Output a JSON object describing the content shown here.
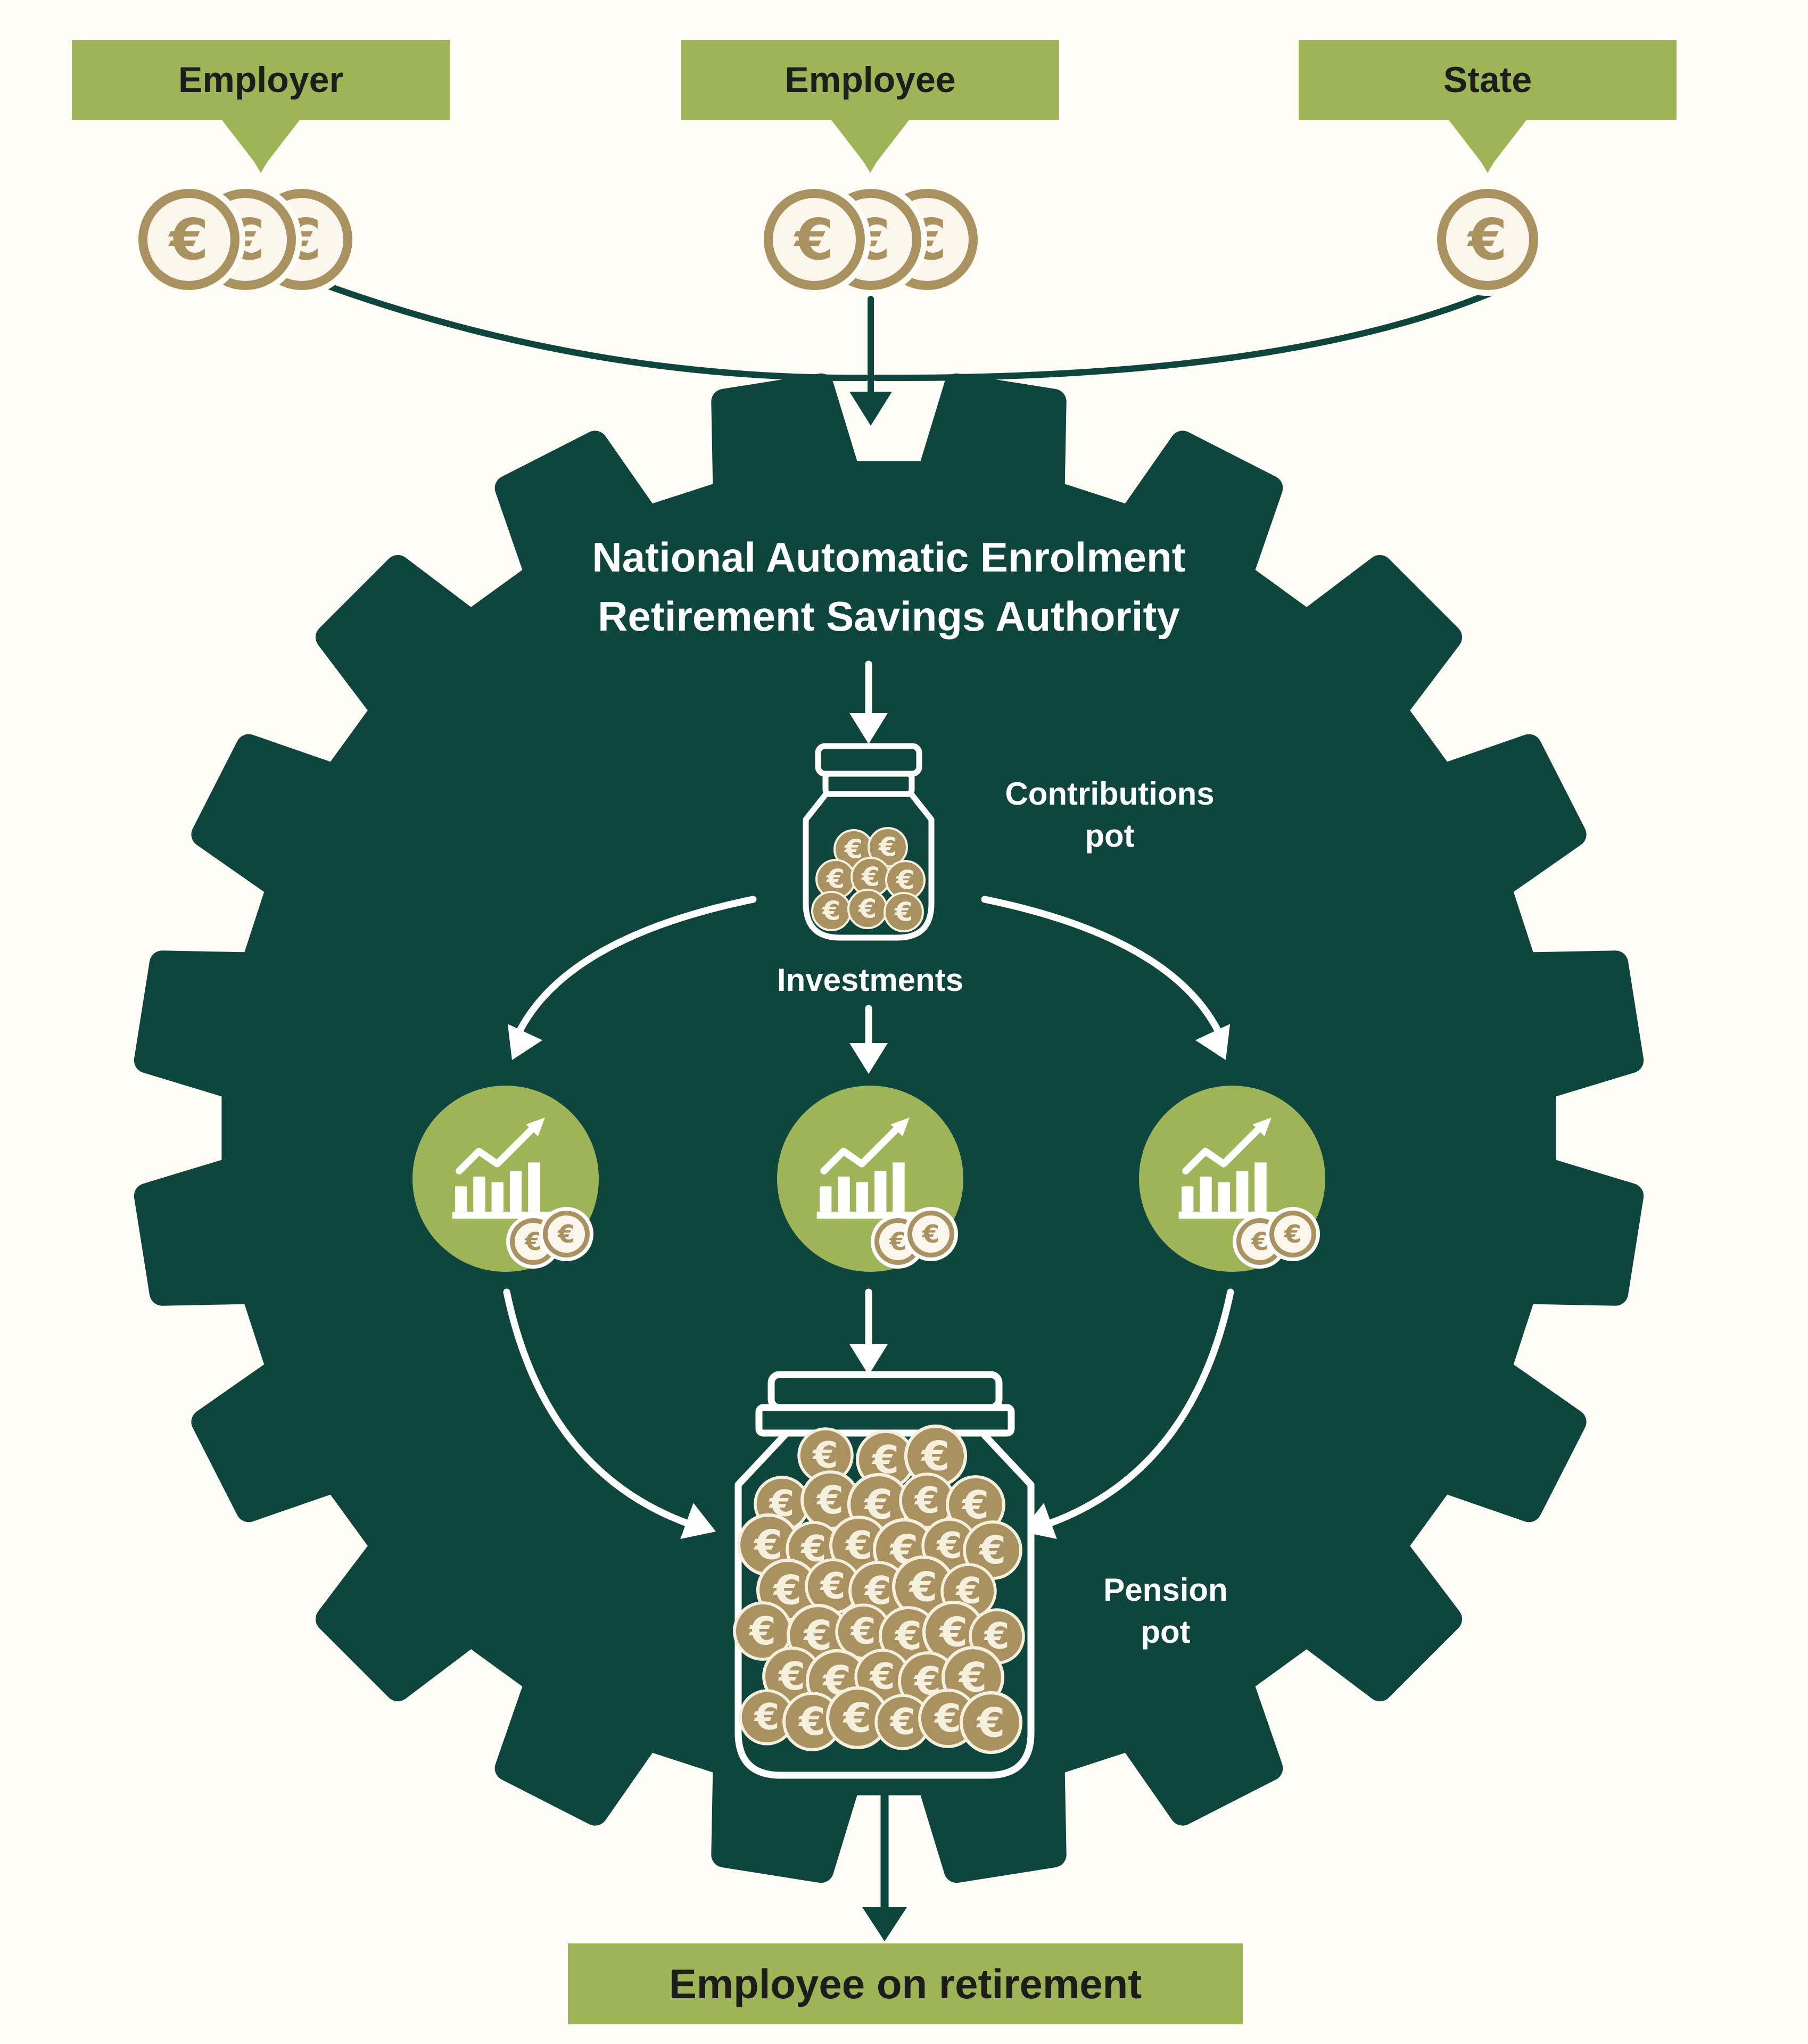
{
  "page": {
    "background": "#FDFCF5"
  },
  "colors": {
    "gear_teal": "#0E463E",
    "accent_green": "#9DB457",
    "coin_tan": "#AA9160",
    "coin_face": "#FAF6EB",
    "coin_cream": "#F5EFDE",
    "text_dark": "#1D1D1B",
    "white": "#FFFFFF"
  },
  "euro_symbol": "€",
  "icons": {
    "gear": "cog-wheel",
    "euro_coin": "euro-coin",
    "jar": "savings-jar",
    "growth_chart": "bar-chart-with-rising-arrow",
    "arrow": "flow-arrow"
  },
  "sources": [
    {
      "id": "employer",
      "label": "Employer",
      "coin_count": 3
    },
    {
      "id": "employee",
      "label": "Employee",
      "coin_count": 3
    },
    {
      "id": "state",
      "label": "State",
      "coin_count": 1
    }
  ],
  "authority": {
    "title_line1": "National Automatic Enrolment",
    "title_line2": "Retirement Savings Authority"
  },
  "contributions_pot": {
    "label_line1": "Contributions",
    "label_line2": "pot"
  },
  "investments": {
    "label": "Investments",
    "fund_count": 3
  },
  "pension_pot": {
    "label_line1": "Pension",
    "label_line2": "pot"
  },
  "outcome": {
    "label": "Employee on retirement"
  }
}
